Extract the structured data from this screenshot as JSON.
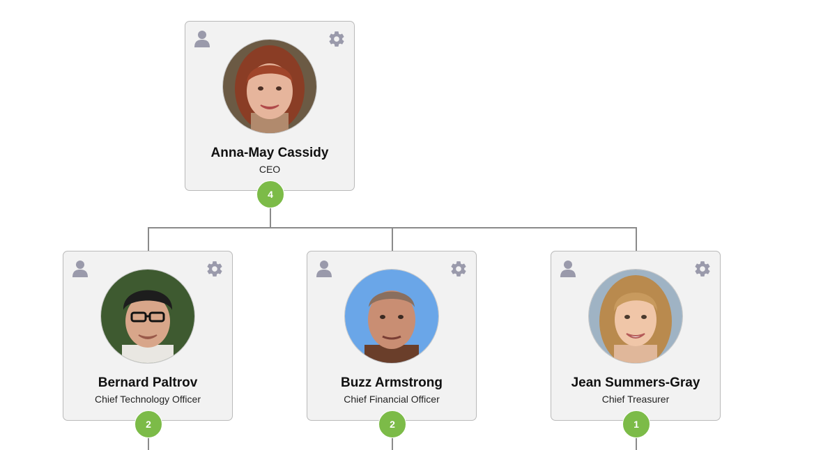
{
  "colors": {
    "card_bg": "#f2f2f2",
    "card_border": "#b9b9b9",
    "badge_green": "#7cbb48",
    "icon_gray": "#9a9aab",
    "connector": "#8a8a8a"
  },
  "icons": {
    "profile": "user-icon",
    "settings": "gear-icon"
  },
  "root": {
    "name": "Anna-May Cassidy",
    "title": "CEO",
    "reports": "4"
  },
  "children": [
    {
      "name": "Bernard Paltrov",
      "title": "Chief Technology Officer",
      "reports": "2"
    },
    {
      "name": "Buzz Armstrong",
      "title": "Chief Financial Officer",
      "reports": "2"
    },
    {
      "name": "Jean Summers-Gray",
      "title": "Chief Treasurer",
      "reports": "1"
    }
  ]
}
